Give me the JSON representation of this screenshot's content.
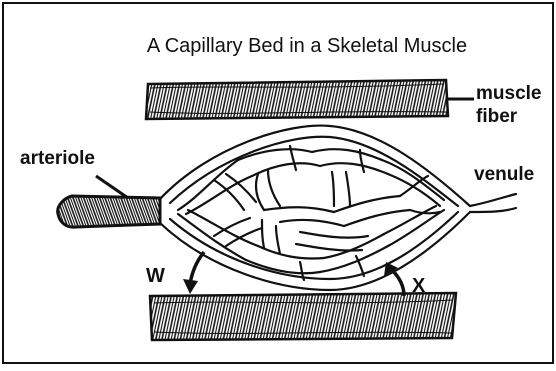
{
  "title": "A Capillary Bed in a Skeletal Muscle",
  "labels": {
    "muscle_fiber_line1": "muscle",
    "muscle_fiber_line2": "fiber",
    "arteriole": "arteriole",
    "venule": "venule",
    "w": "W",
    "x": "X"
  },
  "colors": {
    "ink": "#111111",
    "background": "#ffffff"
  }
}
